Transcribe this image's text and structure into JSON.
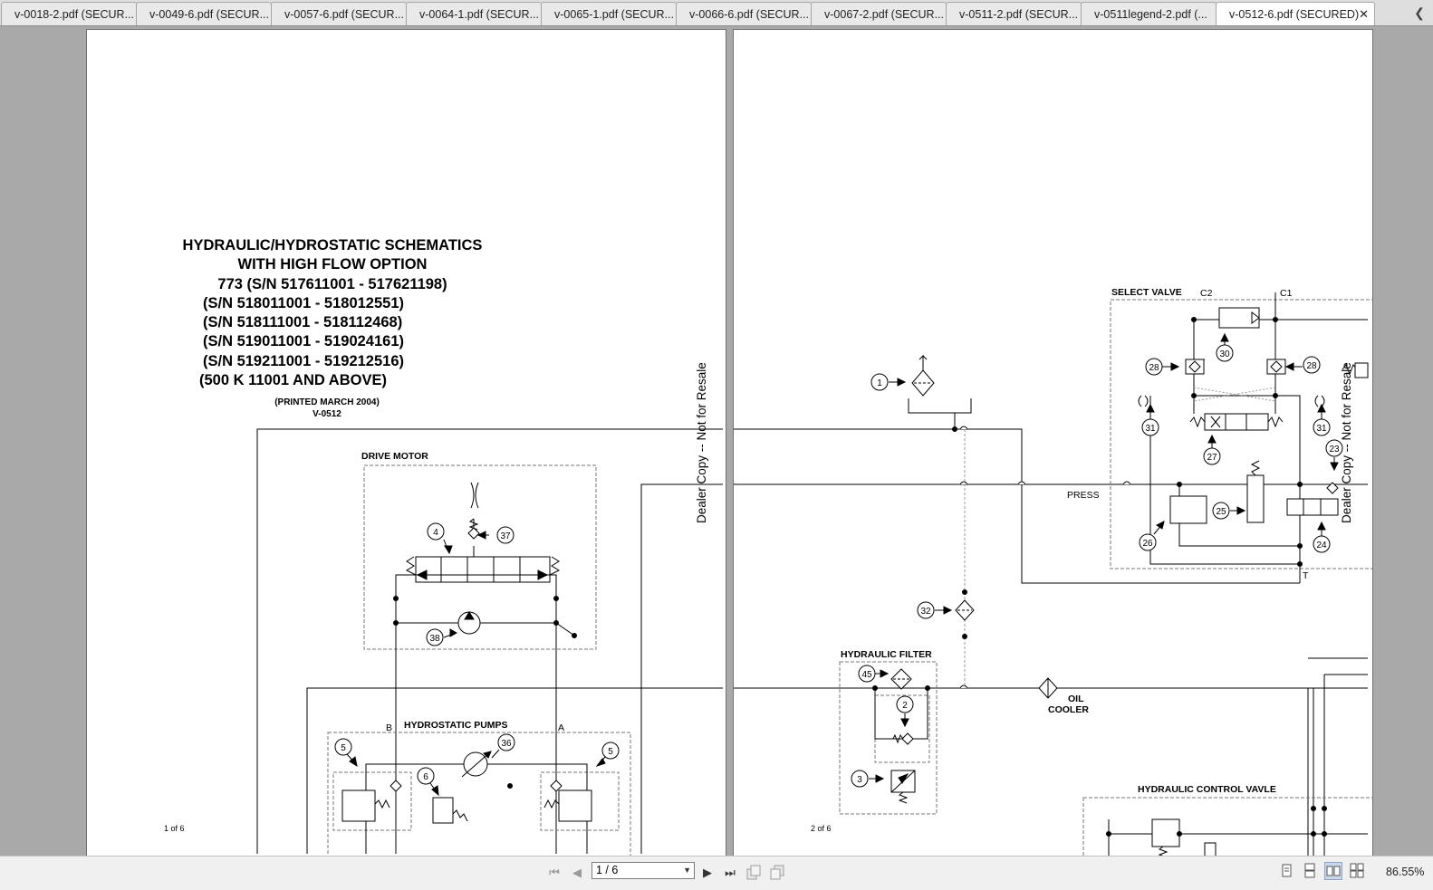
{
  "tabs": [
    {
      "label": "v-0018-2.pdf (SECUR..."
    },
    {
      "label": "v-0049-6.pdf (SECUR..."
    },
    {
      "label": "v-0057-6.pdf (SECUR..."
    },
    {
      "label": "v-0064-1.pdf (SECUR..."
    },
    {
      "label": "v-0065-1.pdf (SECUR..."
    },
    {
      "label": "v-0066-6.pdf (SECUR..."
    },
    {
      "label": "v-0067-2.pdf (SECUR..."
    },
    {
      "label": "v-0511-2.pdf (SECUR..."
    },
    {
      "label": "v-0511legend-2.pdf (..."
    },
    {
      "label": "v-0512-6.pdf (SECURED)",
      "active": true
    }
  ],
  "tab_close_glyph": "✕",
  "tab_scroll_glyph": "❮",
  "page1": {
    "title_lines": [
      "HYDRAULIC/HYDROSTATIC SCHEMATICS",
      "WITH HIGH FLOW OPTION",
      "773 (S/N 517611001 - 517621198)"
    ],
    "sn_lines": [
      "(S/N 518011001 - 518012551)",
      "(S/N 518111001 - 518112468)",
      "(S/N 519011001 - 519024161)",
      "(S/N 519211001 - 519212516)",
      "(500 K 11001 AND ABOVE)"
    ],
    "printed": "(PRINTED MARCH 2004)",
    "doc_code": "V-0512",
    "drive_motor": "DRIVE MOTOR",
    "hydrostatic_pumps": "HYDROSTATIC PUMPS",
    "port_b": "B",
    "port_a": "A",
    "page_number": "1 of 6",
    "callouts": [
      "4",
      "37",
      "38",
      "5",
      "36",
      "6",
      "5"
    ]
  },
  "page2": {
    "select_valve": "SELECT VALVE",
    "c2": "C2",
    "c1": "C1",
    "press": "PRESS",
    "t": "T",
    "hydraulic_filter": "HYDRAULIC FILTER",
    "oil": "OIL",
    "cooler": "COOLER",
    "hydraulic_control_valve": "HYDRAULIC CONTROL VAVLE",
    "page_number": "2 of 6",
    "callouts": [
      "1",
      "30",
      "28",
      "28",
      "31",
      "31",
      "27",
      "23",
      "25",
      "26",
      "24",
      "32",
      "45",
      "2",
      "3"
    ]
  },
  "watermark": "Dealer Copy -- Not for Resale",
  "toolbar": {
    "first_page": "⏮",
    "prev_page": "◀",
    "page_field": "1 / 6",
    "dropdown": "▼",
    "next_page": "▶",
    "last_page": "⏭",
    "zoom": "86.55%"
  }
}
